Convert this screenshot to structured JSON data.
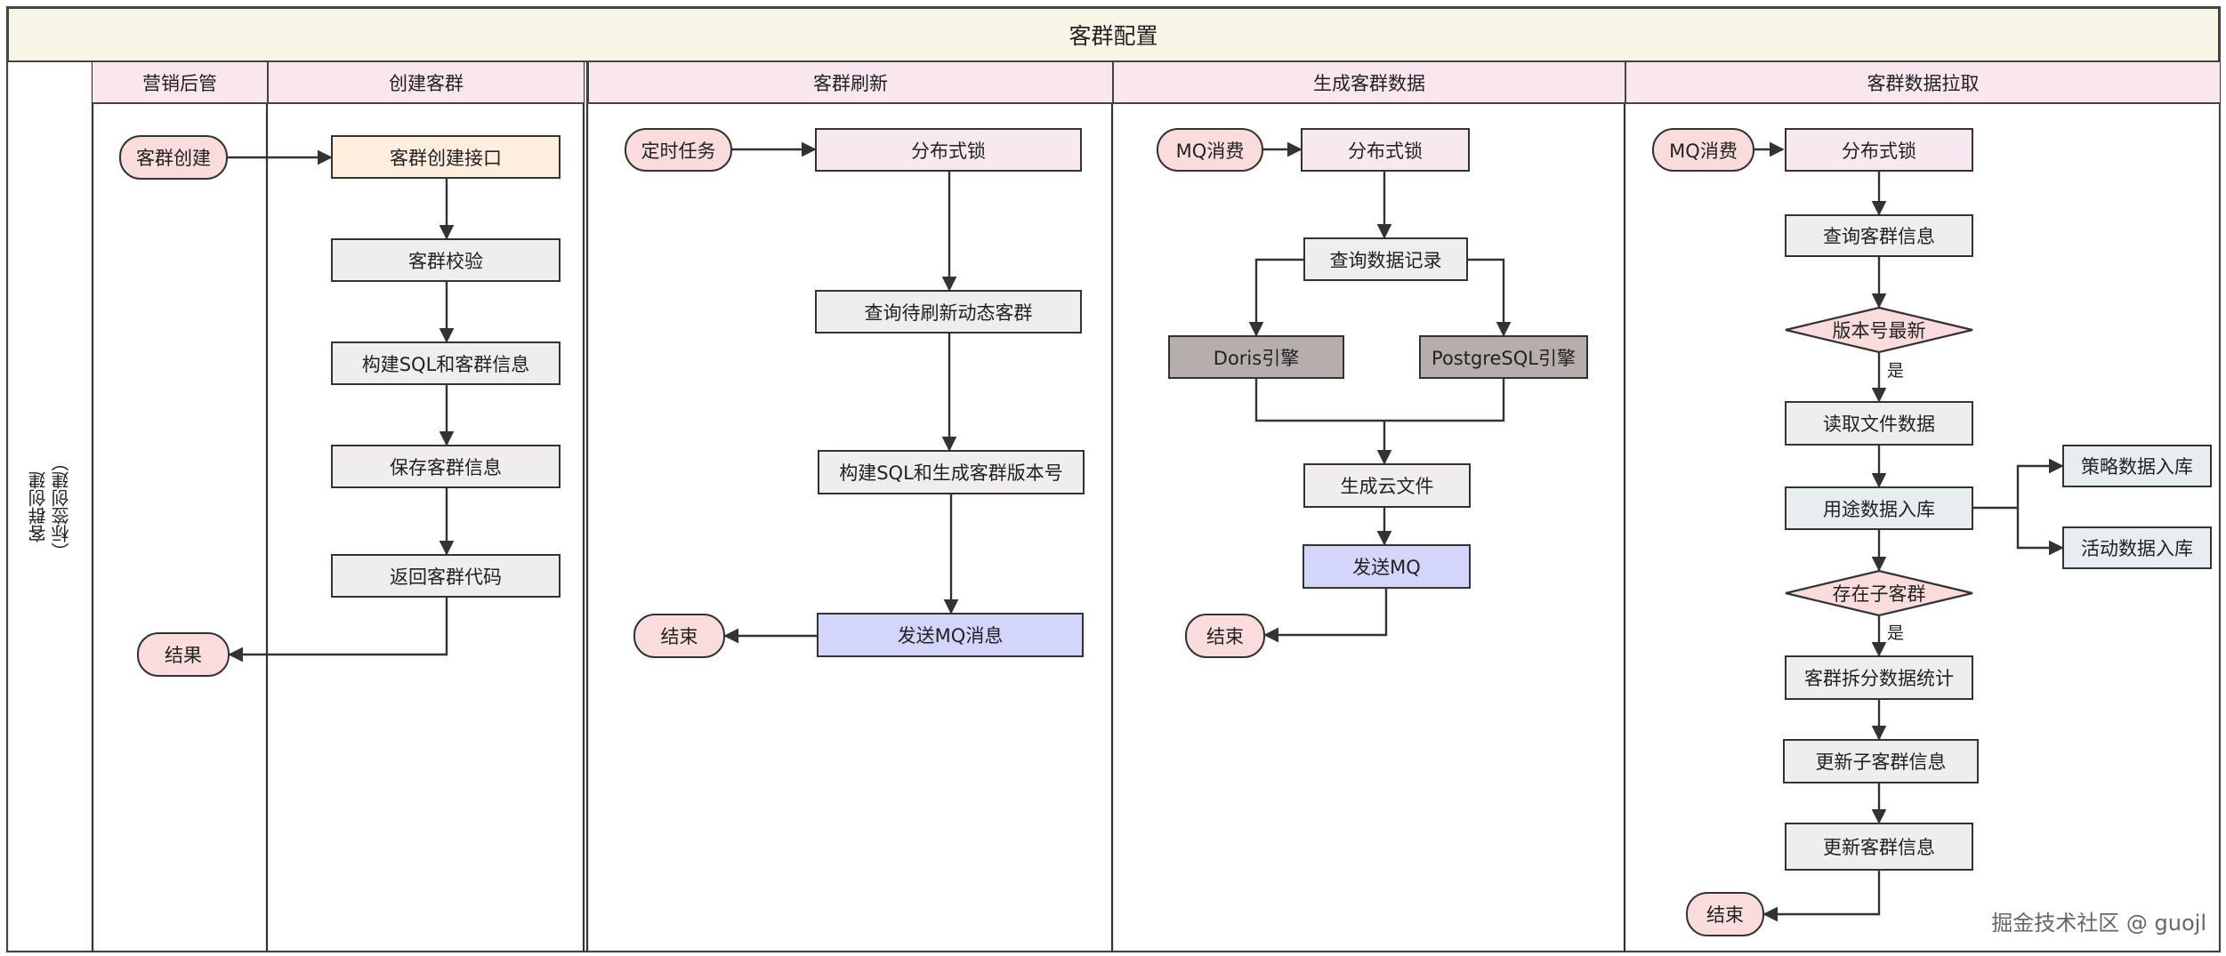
{
  "title": "客群配置",
  "side_label": {
    "line1": "客群创建",
    "line2": "（标签创建）"
  },
  "lanes": [
    {
      "id": "marketing",
      "label": "营销后管"
    },
    {
      "id": "create",
      "label": "创建客群"
    },
    {
      "id": "refresh",
      "label": "客群刷新"
    },
    {
      "id": "generate",
      "label": "生成客群数据"
    },
    {
      "id": "pull",
      "label": "客群数据拉取"
    }
  ],
  "nodes": {
    "start_create": "客群创建",
    "create_api": "客群创建接口",
    "validate": "客群校验",
    "build_sql_info": "构建SQL和客群信息",
    "save_info": "保存客群信息",
    "return_code": "返回客群代码",
    "result": "结果",
    "timer_task": "定时任务",
    "lock_refresh": "分布式锁",
    "query_pending": "查询待刷新动态客群",
    "build_sql_version": "构建SQL和生成客群版本号",
    "send_mq_msg": "发送MQ消息",
    "end_refresh": "结束",
    "mq_consume_gen": "MQ消费",
    "lock_gen": "分布式锁",
    "query_records": "查询数据记录",
    "doris": "Doris引擎",
    "postgres": "PostgreSQL引擎",
    "gen_cloud_file": "生成云文件",
    "send_mq": "发送MQ",
    "end_gen": "结束",
    "mq_consume_pull": "MQ消费",
    "lock_pull": "分布式锁",
    "query_group_info": "查询客群信息",
    "version_latest": "版本号最新",
    "read_file": "读取文件数据",
    "usage_store": "用途数据入库",
    "strategy_store": "策略数据入库",
    "activity_store": "活动数据入库",
    "has_subgroup": "存在子客群",
    "split_stats": "客群拆分数据统计",
    "update_sub_info": "更新子客群信息",
    "update_group_info": "更新客群信息",
    "end_pull": "结束"
  },
  "edge_labels": {
    "yes1": "是",
    "yes2": "是"
  },
  "watermark": "掘金技术社区 @ guojl"
}
